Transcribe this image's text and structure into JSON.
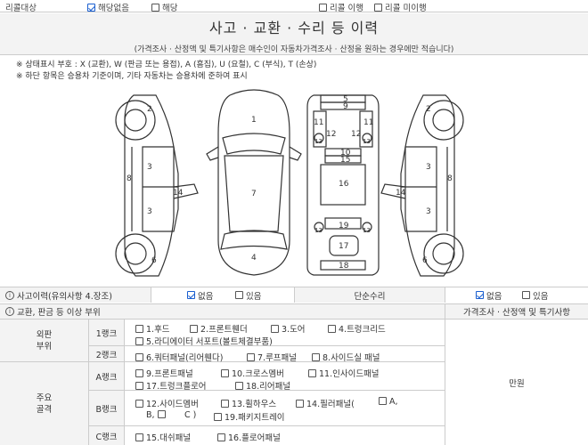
{
  "recall": {
    "label": "리콜대상",
    "opt_none": "해당없음",
    "opt_yes": "해당",
    "opt_done": "리콜 이행",
    "opt_not_done": "리콜 미이행"
  },
  "header": {
    "title": "사고 · 교환 · 수리 등 이력",
    "subtitle": "(가격조사 · 산정액 및 특기사항은 매수인이 자동차가격조사 · 산정을 원하는 경우에만 적습니다)"
  },
  "notes": [
    "※ 상태표시 부호 : X (교환), W (판금 또는 용접), A (흠집), U (요철), C (부식), T (손상)",
    "※ 하단 항목은 승용차 기준이며, 기타 자동차는 승용차에 준하여 표시"
  ],
  "diagram": {
    "left_side": [
      "2",
      "3",
      "3",
      "8",
      "14",
      "6"
    ],
    "top_view": [
      "1",
      "7",
      "4"
    ],
    "frame_view": [
      "5",
      "9",
      "11",
      "11",
      "12",
      "12",
      "13",
      "13",
      "10",
      "15",
      "16",
      "19",
      "13",
      "13",
      "17",
      "18"
    ],
    "right_side": [
      "2",
      "3",
      "3",
      "8",
      "14",
      "6"
    ]
  },
  "accident": {
    "label": "사고이력(유의사항 4.장조)",
    "none": "없음",
    "yes": "있음",
    "simple_label": "단순수리",
    "simple_none": "없음",
    "simple_yes": "있음"
  },
  "parts": {
    "header": "교환, 판금 등 이상 부위",
    "price_header": "가격조사 · 산정액 및 특기사항",
    "outer": "외판\n부위",
    "main": "주요\n골격",
    "rank1": "1랭크",
    "rank2": "2랭크",
    "rankA": "A랭크",
    "rankB": "B랭크",
    "rankC": "C랭크",
    "r1a": "1.후드",
    "r1b": "2.프론트휀더",
    "r1c": "3.도어",
    "r1d": "4.트렁크리드",
    "r1e": "5.라디에이터 서포트(볼트체결부품)",
    "r2a": "6.쿼터패널(리어휀다)",
    "r2b": "7.루프패널",
    "r2c": "8.사이드실 패널",
    "rAa": "9.프론트패널",
    "rAb": "10.크로스멤버",
    "rAc": "11.인사이드패널",
    "rAd": "17.트렁크플로어",
    "rAe": "18.리어패널",
    "rBa": "12.사이드멤버",
    "rBb": "13.휠하우스",
    "rBc": "14.필러패널(",
    "rBc2": "A,",
    "rBd": "B,",
    "rBe": "C )",
    "rBf": "19.패키지트레이",
    "rCa": "15.대쉬패널",
    "rCb": "16.플로어패널",
    "unit": "만원"
  }
}
